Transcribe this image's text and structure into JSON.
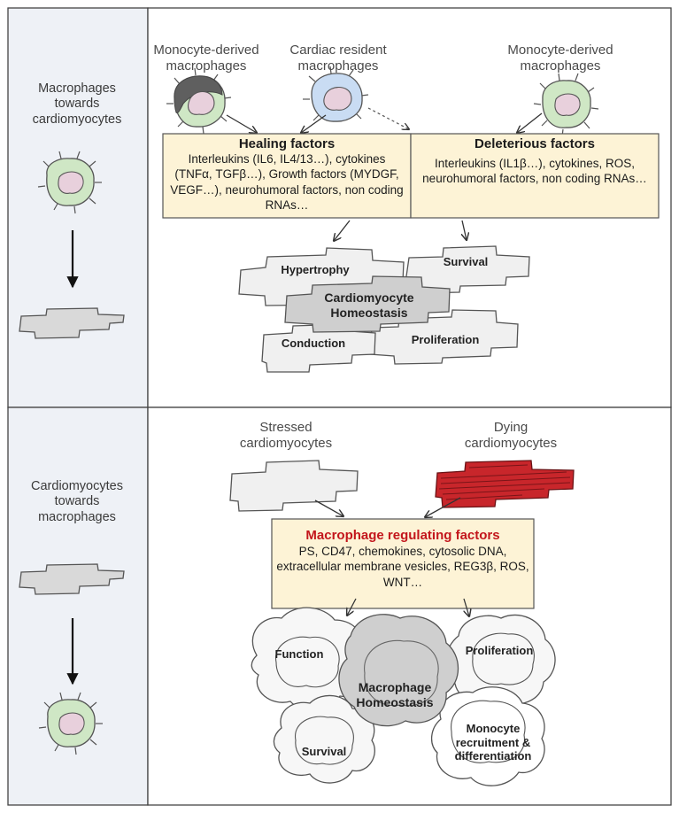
{
  "top_panel": {
    "left_label": "Macrophages towards cardiomyocytes",
    "source_labels": {
      "monocyte_left": "Monocyte-derived macrophages",
      "cardiac_resident": "Cardiac resident macrophages",
      "monocyte_right": "Monocyte-derived macrophages"
    },
    "healing_box": {
      "title": "Healing factors",
      "body": "Interleukins (IL6, IL4/13…), cytokines (TNFα, TGFβ…), Growth factors (MYDGF, VEGF…), neurohumoral factors, non coding RNAs…"
    },
    "deleterious_box": {
      "title": "Deleterious factors",
      "body": "Interleukins (IL1β…), cytokines, ROS, neurohumoral factors, non coding RNAs…"
    },
    "cardio_cells": {
      "hypertrophy": "Hypertrophy",
      "survival": "Survival",
      "center": "Cardiomyocyte Homeostasis",
      "conduction": "Conduction",
      "proliferation": "Proliferation"
    }
  },
  "bottom_panel": {
    "left_label": "Cardiomyocytes towards macrophages",
    "stressed_label": "Stressed cardiomyocytes",
    "dying_label": "Dying cardiomyocytes",
    "regulating_box": {
      "title": "Macrophage regulating  factors",
      "body": "PS, CD47, chemokines, cytosolic DNA, extracellular membrane vesicles, REG3β, ROS, WNT…"
    },
    "macro_cells": {
      "function": "Function",
      "proliferation": "Proliferation",
      "center": "Macrophage Homeostasis",
      "survival": "Survival",
      "recruitment": "Monocyte recruitment & differentiation"
    }
  },
  "colors": {
    "left_panel_bg": "#eef1f6",
    "box_fill": "#fdf3d6",
    "macrophage_green": "#cfe7c5",
    "resident_blue": "#c9dcf3",
    "nucleus_pink": "#e8d0dc",
    "cardio_gray": "#d9d9d9",
    "cardio_light": "#f0f0f0",
    "dying_red": "#c8262b",
    "title_red": "#c3161c"
  }
}
